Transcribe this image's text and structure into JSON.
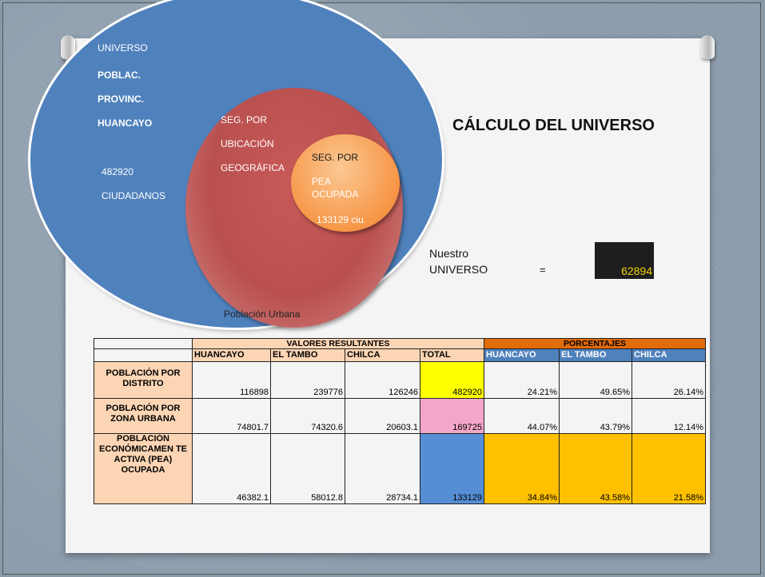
{
  "title": "CÁLCULO DEL UNIVERSO",
  "venn": {
    "outer_lines": [
      "UNIVERSO",
      "POBLAC.",
      "PROVINC.",
      "HUANCAYO"
    ],
    "outer_count": "482920",
    "outer_unit": "CIUDADANOS",
    "middle_lines": [
      "SEG. POR",
      "UBICACIÓN",
      "GEOGRÁFICA"
    ],
    "middle_bottom": "Población Urbana",
    "inner_lines": [
      "SEG. POR",
      "PEA",
      "OCUPADA",
      "133129 ciu."
    ]
  },
  "universe": {
    "label_line1": "Nuestro",
    "label_line2": "UNIVERSO",
    "equals": "=",
    "value": "62894"
  },
  "colors": {
    "outer": "#4f81bd",
    "middle": "#c0504d",
    "inner": "#f79646",
    "hdr_valores": "#fcd5b4",
    "hdr_porcentajes": "#e26b0a",
    "hdr_cols": "#4f81bd",
    "total_yellow": "#ffff00",
    "total_pink": "#f4a6c8",
    "total_blue": "#558ed5",
    "pct_gold": "#ffc000"
  },
  "table": {
    "group_valores": "VALORES RESULTANTES",
    "group_porcentajes": "PORCENTAJES",
    "cols": [
      "HUANCAYO",
      "EL TAMBO",
      "CHILCA",
      "TOTAL",
      "HUANCAYO",
      "EL TAMBO",
      "CHILCA"
    ],
    "rows": [
      {
        "label": "POBLACIÓN POR DISTRITO",
        "values": [
          "116898",
          "239776",
          "126246",
          "482920",
          "24.21%",
          "49.65%",
          "26.14%"
        ]
      },
      {
        "label": "POBLACIÓN POR ZONA URBANA",
        "values": [
          "74801.7",
          "74320.6",
          "20603.1",
          "169725",
          "44.07%",
          "43.79%",
          "12.14%"
        ]
      },
      {
        "label": "POBLACIÓN ECONÓMICAMEN TE ACTIVA (PEA) OCUPADA",
        "values": [
          "46382.1",
          "58012.8",
          "28734.1",
          "133129",
          "34.84%",
          "43.58%",
          "21.58%"
        ]
      }
    ]
  }
}
